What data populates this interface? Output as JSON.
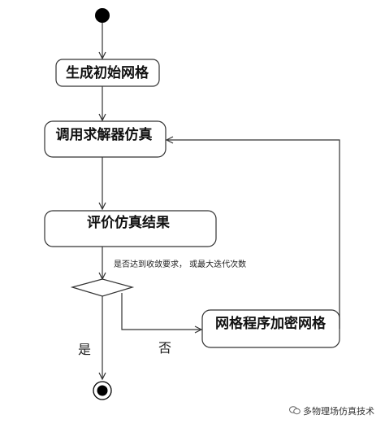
{
  "nodes": {
    "generate_initial_mesh": "生成初始网格",
    "call_solver_simulation": "调用求解器仿真",
    "evaluate_simulation_results": "评价仿真结果",
    "refine_mesh": "网格程序加密网格"
  },
  "decision": {
    "guard": "是否达到收敛要求， 或最大迭代次数",
    "yes_label": "是",
    "no_label": "否"
  },
  "watermark": {
    "text": "多物理场仿真技术"
  }
}
